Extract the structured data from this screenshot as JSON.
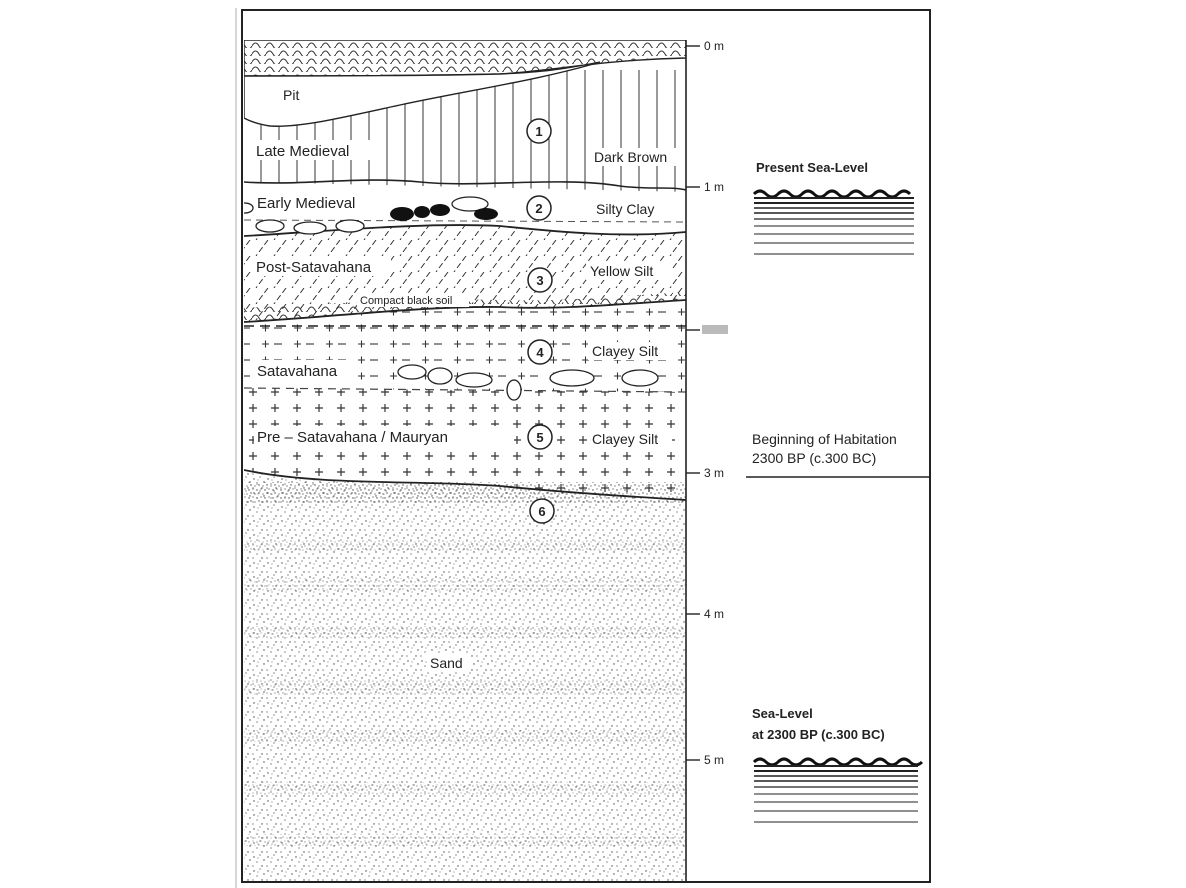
{
  "depth_scale": {
    "ticks": [
      {
        "label": "0 m",
        "depth": 0
      },
      {
        "label": "1 m",
        "depth": 1
      },
      {
        "label": "3 m",
        "depth": 3
      },
      {
        "label": "4 m",
        "depth": 4
      },
      {
        "label": "5 m",
        "depth": 5
      }
    ]
  },
  "layers": [
    {
      "number": "1",
      "period": "Late Medieval",
      "sediment": "Dark Brown",
      "pattern": "vertical-lines"
    },
    {
      "number": "2",
      "period": "Early Medieval",
      "sediment": "Silty Clay",
      "pattern": "pebbles"
    },
    {
      "number": "3",
      "period": "Post-Satavahana",
      "sediment": "Yellow Silt",
      "pattern": "diagonal-lines"
    },
    {
      "number": "4",
      "period": "Satavahana",
      "sediment": "Clayey Silt",
      "pattern": "crosses-dashes"
    },
    {
      "number": "5",
      "period": "Pre – Satavahana / Mauryan",
      "sediment": "Clayey Silt",
      "pattern": "crosses"
    },
    {
      "number": "6",
      "period": "",
      "sediment": "Sand",
      "pattern": "stipple"
    }
  ],
  "features": {
    "pit": "Pit",
    "compact_black_soil": "Compact black soil"
  },
  "side_notes": {
    "present_sea_level": "Present Sea-Level",
    "habitation_line1": "Beginning of Habitation",
    "habitation_line2": "2300 BP (c.300 BC)",
    "past_sea_level_line1": "Sea-Level",
    "past_sea_level_line2": "at 2300 BP (c.300 BC)"
  }
}
